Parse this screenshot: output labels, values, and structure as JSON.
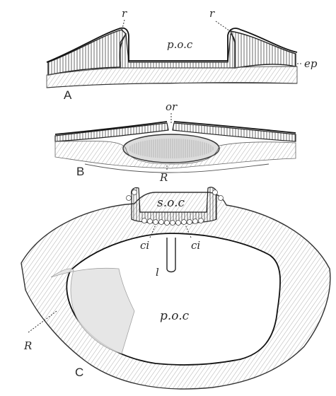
{
  "figure": {
    "panel_a": {
      "letter": "A",
      "labels": {
        "r_left": "r",
        "r_right": "r",
        "cavity": "p.o.c",
        "ep": "ep"
      }
    },
    "panel_b": {
      "letter": "B",
      "labels": {
        "or": "or",
        "r": "R"
      }
    },
    "panel_c": {
      "letter": "C",
      "labels": {
        "soc": "s.o.c",
        "ci_left": "ci",
        "ci_right": "ci",
        "l": "l",
        "poc": "p.o.c",
        "r": "R"
      }
    }
  }
}
